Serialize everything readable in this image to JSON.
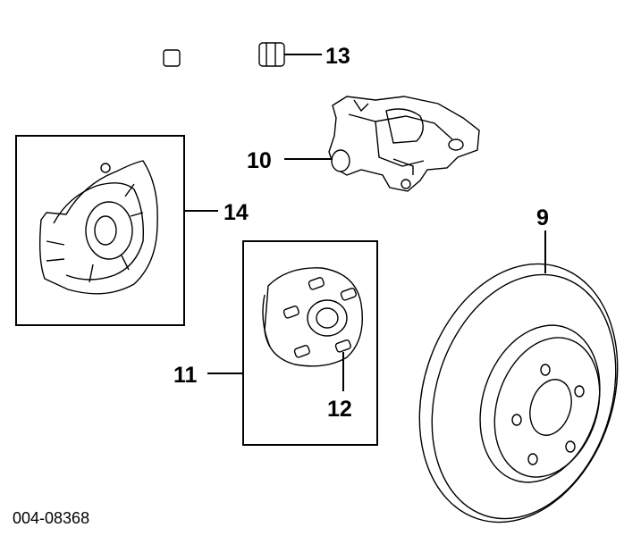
{
  "callouts": {
    "c9": "9",
    "c10": "10",
    "c11": "11",
    "c12": "12",
    "c13": "13",
    "c14": "14"
  },
  "figure_code": "004-08368",
  "line_color": "#000000",
  "background": "#ffffff"
}
